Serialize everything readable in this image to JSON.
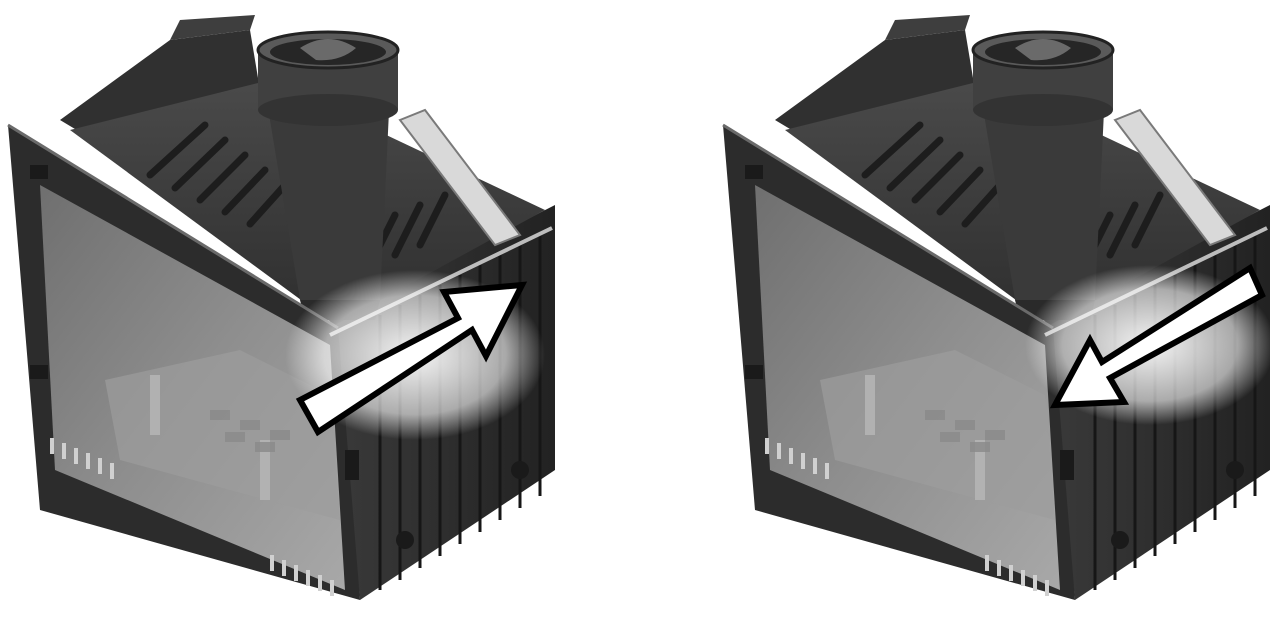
{
  "figures": [
    {
      "name": "fireplace-left",
      "arrow_direction": "up-right",
      "meaning": "slide-open"
    },
    {
      "name": "fireplace-right",
      "arrow_direction": "down-left",
      "meaning": "slide-close"
    }
  ],
  "colors": {
    "background": "#ffffff",
    "body_dark": "#2a2a2a",
    "body_mid": "#3c3c3c",
    "body_light": "#5a5a5a",
    "glass": "#8e8e8e",
    "glass_light": "#b4b4b4",
    "metal_highlight": "#d9d9d9",
    "arrow_fill": "#ffffff",
    "arrow_stroke": "#000000"
  },
  "icons": [
    "fireplace-insert-icon",
    "arrow-right-icon",
    "arrow-left-icon"
  ]
}
